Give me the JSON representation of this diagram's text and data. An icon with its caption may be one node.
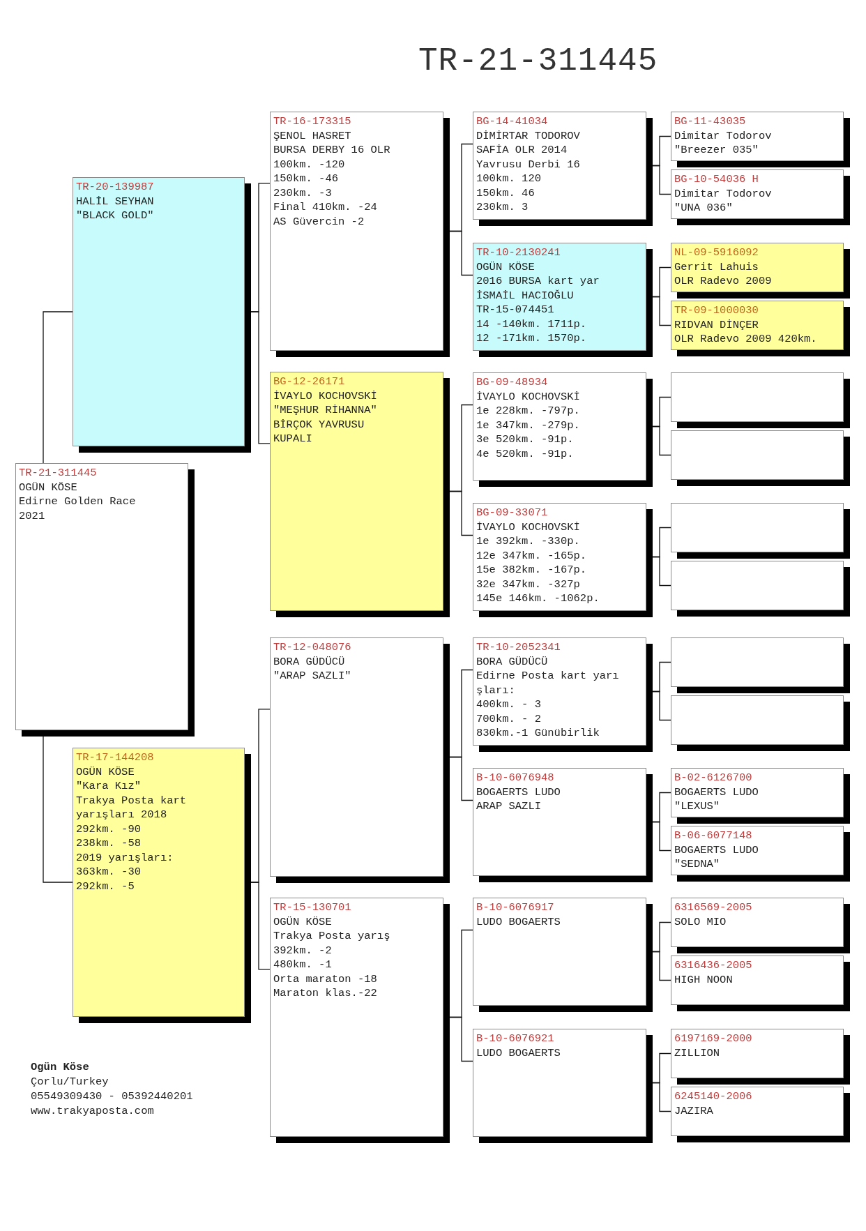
{
  "diagram": {
    "title": "TR-21-311445",
    "nodes": [
      {
        "text": [
          "TR-21-311445",
          "OGÜN KÖSE",
          "Edirne Golden Race",
          "2021"
        ]
      },
      {
        "text": [
          "TR-20-139987",
          "HALİL SEYHAN",
          "\"BLACK GOLD\""
        ]
      },
      {
        "text": [
          "TR-17-144208",
          "OGÜN KÖSE",
          "\"Kara Kız\"",
          "Trakya Posta kart yarışları 2018",
          "292km. -90",
          "238km. -58",
          "2019 yarışları:",
          "363km. -30",
          "292km. -5"
        ]
      },
      {
        "text": [
          "TR-16-173315",
          "ŞENOL HASRET",
          "BURSA DERBY 16 OLR",
          "100km. -120",
          "150km. -46",
          "230km. -3",
          "Final 410km. -24",
          "AS Güvercin -2"
        ]
      },
      {
        "text": [
          "BG-12-26171",
          "İVAYLO KOCHOVSKİ",
          "\"MEŞHUR RİHANNA\"",
          "BİRÇOK YAVRUSU",
          "KUPALI"
        ]
      },
      {
        "text": [
          "TR-12-048076",
          "BORA GÜDÜCÜ",
          "\"ARAP SAZLI\""
        ]
      },
      {
        "text": [
          "TR-15-130701",
          "OGÜN KÖSE",
          "Trakya Posta yarış",
          "392km. -2",
          "480km. -1",
          "Orta maraton -18",
          "Maraton klas.-22"
        ]
      },
      {
        "text": [
          "BG-14-41034",
          "DİMİRTAR TODOROV",
          "SAFİA OLR 2014",
          "Yavrusu Derbi 16",
          "100km. 120",
          "150km. 46",
          "230km. 3"
        ]
      },
      {
        "text": [
          "TR-10-2130241",
          "OGÜN KÖSE",
          "2016 BURSA kart yar",
          "İSMAİL HACIOĞLU",
          "TR-15-074451",
          "14 -140km. 1711p.",
          "12 -171km. 1570p."
        ]
      },
      {
        "text": [
          "BG-09-48934",
          "İVAYLO KOCHOVSKİ",
          "1e 228km. -797p.",
          "1e 347km. -279p.",
          "3e 520km. -91p.",
          "4e 520km. -91p."
        ]
      },
      {
        "text": [
          "BG-09-33071",
          "İVAYLO KOCHOVSKİ",
          "1e 392km. -330p.",
          "12e 347km. -165p.",
          "15e 382km. -167p.",
          "32e 347km. -327p",
          "145e 146km. -1062p."
        ]
      },
      {
        "text": [
          "TR-10-2052341",
          "BORA GÜDÜCÜ",
          "Edirne Posta kart yarı",
          "şları:",
          "400km. - 3",
          "700km. - 2",
          "830km.-1 Günübirlik"
        ]
      },
      {
        "text": [
          "B-10-6076948",
          "BOGAERTS LUDO",
          "ARAP SAZLI"
        ]
      },
      {
        "text": [
          "B-10-6076917",
          "LUDO BOGAERTS"
        ]
      },
      {
        "text": [
          "B-10-6076921",
          "LUDO BOGAERTS"
        ]
      },
      {
        "text": [
          "BG-11-43035",
          "Dimitar Todorov",
          "\"Breezer 035\""
        ]
      },
      {
        "text": [
          "BG-10-54036 H",
          "Dimitar Todorov",
          "\"UNA 036\""
        ]
      },
      {
        "text": [
          "NL-09-5916092",
          "Gerrit Lahuis",
          "OLR Radevo 2009"
        ]
      },
      {
        "text": [
          "TR-09-1000030",
          "RIDVAN DİNÇER",
          "OLR Radevo 2009 420km."
        ]
      },
      {
        "text": [],
        "shape": "box"
      },
      {
        "text": [],
        "shape": "box"
      },
      {
        "text": [],
        "shape": "box"
      },
      {
        "text": [],
        "shape": "box"
      },
      {
        "text": [],
        "shape": "box"
      },
      {
        "text": [],
        "shape": "box"
      },
      {
        "text": [
          "B-02-6126700",
          "BOGAERTS LUDO",
          "\"LEXUS\""
        ]
      },
      {
        "text": [
          "B-06-6077148",
          "BOGAERTS LUDO",
          "\"SEDNA\""
        ]
      },
      {
        "text": [
          "6316569-2005",
          "SOLO MIO"
        ]
      },
      {
        "text": [
          "6316436-2005",
          "HIGH NOON"
        ]
      },
      {
        "text": [
          "6197169-2000",
          "ZILLION"
        ]
      },
      {
        "text": [
          "6245140-2006",
          "JAZIRA"
        ]
      }
    ],
    "edges": [
      {
        "from": 0,
        "to": 1,
        "arrow": "none"
      },
      {
        "from": 0,
        "to": 2,
        "arrow": "none"
      },
      {
        "from": 1,
        "to": 3,
        "arrow": "none"
      },
      {
        "from": 1,
        "to": 4,
        "arrow": "none"
      },
      {
        "from": 2,
        "to": 5,
        "arrow": "none"
      },
      {
        "from": 2,
        "to": 6,
        "arrow": "none"
      },
      {
        "from": 3,
        "to": 7,
        "arrow": "none"
      },
      {
        "from": 3,
        "to": 8,
        "arrow": "none"
      },
      {
        "from": 4,
        "to": 9,
        "arrow": "none"
      },
      {
        "from": 4,
        "to": 10,
        "arrow": "none"
      },
      {
        "from": 5,
        "to": 11,
        "arrow": "none"
      },
      {
        "from": 5,
        "to": 12,
        "arrow": "none"
      },
      {
        "from": 6,
        "to": 13,
        "arrow": "none"
      },
      {
        "from": 6,
        "to": 14,
        "arrow": "none"
      },
      {
        "from": 7,
        "to": 15,
        "arrow": "none"
      },
      {
        "from": 7,
        "to": 16,
        "arrow": "none"
      },
      {
        "from": 8,
        "to": 17,
        "arrow": "none"
      },
      {
        "from": 8,
        "to": 18,
        "arrow": "none"
      },
      {
        "from": 9,
        "to": 19,
        "arrow": "none"
      },
      {
        "from": 9,
        "to": 20,
        "arrow": "none"
      },
      {
        "from": 10,
        "to": 21,
        "arrow": "none"
      },
      {
        "from": 10,
        "to": 22,
        "arrow": "none"
      },
      {
        "from": 11,
        "to": 23,
        "arrow": "none"
      },
      {
        "from": 11,
        "to": 24,
        "arrow": "none"
      },
      {
        "from": 12,
        "to": 25,
        "arrow": "none"
      },
      {
        "from": 12,
        "to": 26,
        "arrow": "none"
      },
      {
        "from": 13,
        "to": 27,
        "arrow": "none"
      },
      {
        "from": 13,
        "to": 28,
        "arrow": "none"
      },
      {
        "from": 14,
        "to": 29,
        "arrow": "none"
      },
      {
        "from": 14,
        "to": 30,
        "arrow": "none"
      }
    ],
    "labels": [
      "Ogün Köse",
      "Çorlu/Turkey",
      "05549309430 - 05392440201",
      "www.trakyaposta.com"
    ]
  }
}
